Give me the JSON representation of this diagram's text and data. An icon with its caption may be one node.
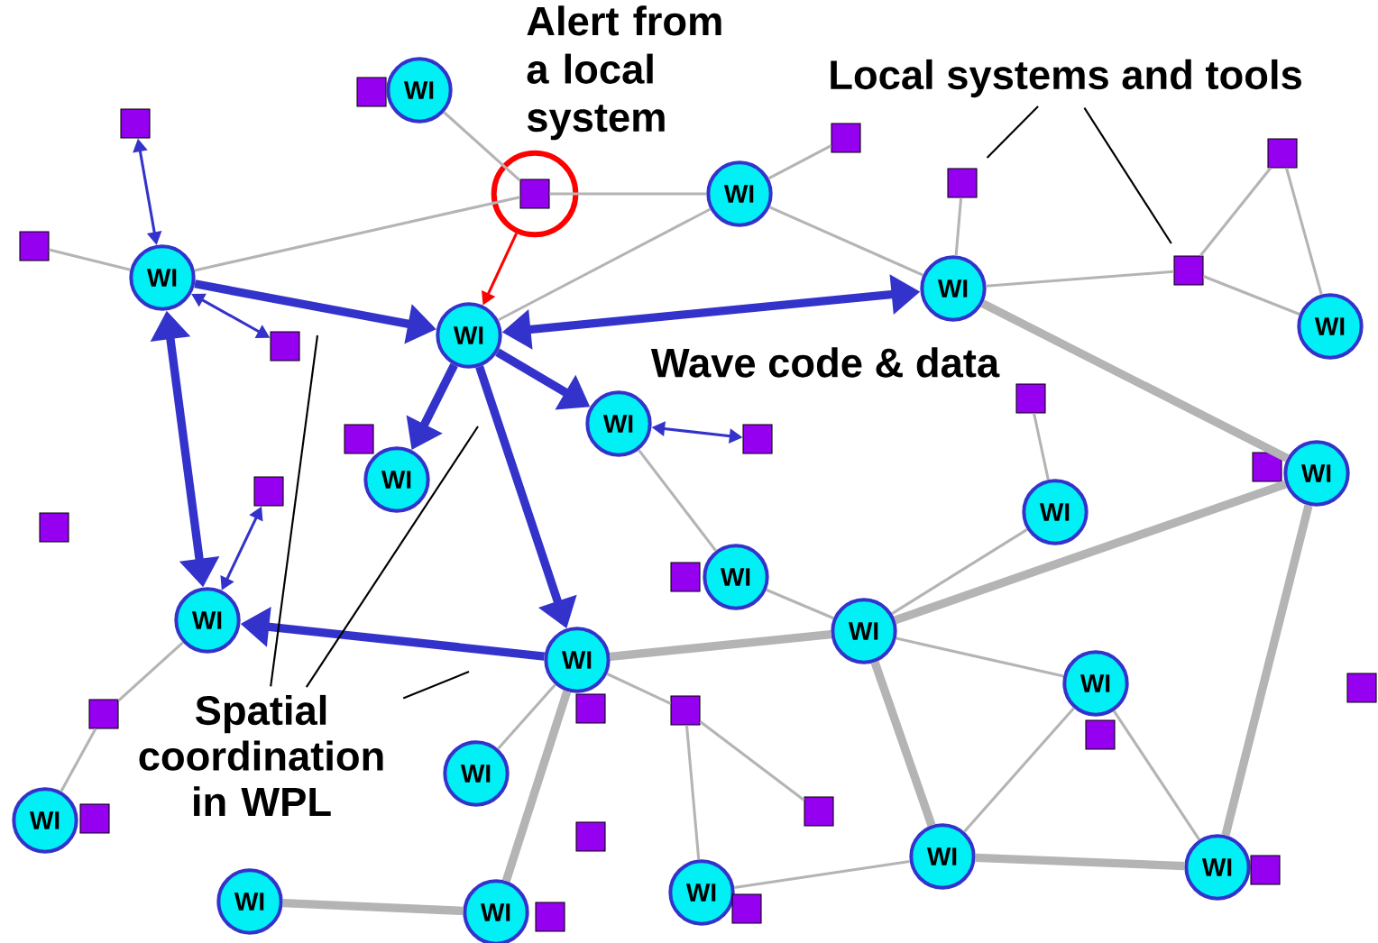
{
  "diagram": {
    "nodes": [
      {
        "text": [
          "Alert from a local system"
        ]
      },
      {
        "text": [
          "Local systems and tools"
        ]
      },
      {
        "text": [],
        "shape": "box"
      },
      {
        "text": [
          "WI"
        ]
      },
      {
        "text": [],
        "shape": "box"
      },
      {
        "text": [],
        "shape": "box"
      },
      {
        "text": [],
        "shape": "box"
      },
      {
        "text": [],
        "shape": "circle"
      },
      {
        "text": [],
        "shape": "box",
        "in": 7
      },
      {
        "text": [],
        "shape": "box"
      },
      {
        "text": [
          "WI"
        ]
      },
      {
        "text": [],
        "shape": "box"
      },
      {
        "text": [],
        "shape": "box"
      },
      {
        "text": [
          "WI"
        ]
      },
      {
        "text": [
          "WI"
        ]
      },
      {
        "text": [
          "WI"
        ]
      },
      {
        "text": [
          "WI"
        ]
      },
      {
        "text": [],
        "shape": "box"
      },
      {
        "text": [],
        "shape": "box"
      },
      {
        "text": [
          "WI"
        ]
      },
      {
        "text": [],
        "shape": "box"
      },
      {
        "text": [],
        "shape": "box"
      },
      {
        "text": [],
        "shape": "box"
      },
      {
        "text": [
          "WI"
        ]
      },
      {
        "text": [
          "WI"
        ]
      },
      {
        "text": [],
        "shape": "box"
      },
      {
        "text": [
          "WI"
        ]
      },
      {
        "text": [],
        "shape": "box"
      },
      {
        "text": [],
        "shape": "box"
      },
      {
        "text": [
          "WI"
        ]
      },
      {
        "text": [
          "WI"
        ]
      },
      {
        "text": [
          "WI"
        ]
      },
      {
        "text": [
          "WI"
        ]
      },
      {
        "text": [
          "WI"
        ]
      },
      {
        "text": [],
        "shape": "box"
      },
      {
        "text": [],
        "shape": "box"
      },
      {
        "text": [],
        "shape": "box"
      },
      {
        "text": [],
        "shape": "box"
      },
      {
        "text": [
          "Spatial coordination in WPL"
        ]
      },
      {
        "text": [],
        "shape": "box"
      },
      {
        "text": [
          "WI"
        ]
      },
      {
        "text": [],
        "shape": "box"
      },
      {
        "text": [],
        "shape": "box"
      },
      {
        "text": [
          "WI"
        ]
      },
      {
        "text": [],
        "shape": "box"
      },
      {
        "text": [
          "WI"
        ]
      },
      {
        "text": [
          "WI"
        ]
      },
      {
        "text": [],
        "shape": "box"
      },
      {
        "text": [
          "WI"
        ]
      },
      {
        "text": [
          "WI"
        ]
      },
      {
        "text": [],
        "shape": "box"
      },
      {
        "text": [],
        "shape": "box"
      },
      {
        "text": [
          "WI"
        ]
      }
    ],
    "edges": [
      {
        "from": 4,
        "to": 13,
        "arrow": "both",
        "color": "#3333cc"
      },
      {
        "from": 13,
        "to": 16,
        "arrow": "to",
        "style": "thick",
        "color": "#3333cc"
      },
      {
        "from": 13,
        "to": 17,
        "arrow": "both",
        "color": "#3333cc"
      },
      {
        "from": 13,
        "to": 30,
        "arrow": "both",
        "style": "thick",
        "color": "#3333cc"
      },
      {
        "from": 30,
        "to": 25,
        "arrow": "both",
        "color": "#3333cc"
      },
      {
        "from": 16,
        "to": 14,
        "arrow": "both",
        "style": "thick",
        "color": "#3333cc"
      },
      {
        "from": 16,
        "to": 24,
        "arrow": "to",
        "style": "thick",
        "color": "#3333cc"
      },
      {
        "from": 16,
        "to": 19,
        "arrow": "to",
        "style": "thick",
        "color": "#3333cc"
      },
      {
        "from": 16,
        "to": 32,
        "arrow": "to",
        "style": "thick",
        "color": "#3333cc"
      },
      {
        "from": 32,
        "to": 30,
        "arrow": "to",
        "style": "thick",
        "color": "#3333cc"
      },
      {
        "from": 19,
        "to": 21,
        "arrow": "both",
        "color": "#3333cc"
      },
      {
        "from": 7,
        "to": 16,
        "arrow": "to",
        "color": "#ff0000"
      },
      {
        "from": 1,
        "to": 9,
        "arrow": "none",
        "color": "#000000"
      },
      {
        "from": 1,
        "to": 12,
        "arrow": "none",
        "color": "#000000"
      },
      {
        "from": 38,
        "to": null,
        "arrow": "none",
        "color": "#000000"
      },
      {
        "from": 38,
        "to": null,
        "arrow": "none",
        "color": "#000000"
      },
      {
        "from": 38,
        "to": null,
        "arrow": "none",
        "color": "#000000"
      },
      {
        "from": 3,
        "to": 8,
        "arrow": "none"
      },
      {
        "from": 8,
        "to": 10,
        "arrow": "none"
      },
      {
        "from": 10,
        "to": 5,
        "arrow": "none"
      },
      {
        "from": 10,
        "to": 14,
        "arrow": "none"
      },
      {
        "from": 9,
        "to": 14,
        "arrow": "none"
      },
      {
        "from": 14,
        "to": 12,
        "arrow": "none"
      },
      {
        "from": 6,
        "to": 12,
        "arrow": "none"
      },
      {
        "from": 12,
        "to": 15,
        "arrow": "none"
      },
      {
        "from": 6,
        "to": 15,
        "arrow": "none"
      },
      {
        "from": 14,
        "to": 23,
        "arrow": "none",
        "style": "thick"
      },
      {
        "from": 18,
        "to": 26,
        "arrow": "none"
      },
      {
        "from": 23,
        "to": 31,
        "arrow": "none",
        "style": "thick"
      },
      {
        "from": 32,
        "to": 31,
        "arrow": "none",
        "style": "thick"
      },
      {
        "from": 31,
        "to": 45,
        "arrow": "none",
        "style": "thick"
      },
      {
        "from": 23,
        "to": 46,
        "arrow": "none",
        "style": "thick"
      },
      {
        "from": 45,
        "to": 46,
        "arrow": "none",
        "style": "thick"
      },
      {
        "from": 48,
        "to": 52,
        "arrow": "none",
        "style": "thick"
      },
      {
        "from": 52,
        "to": 32,
        "arrow": "none",
        "style": "thick"
      },
      {
        "from": 31,
        "to": 33,
        "arrow": "none"
      },
      {
        "from": 31,
        "to": 26,
        "arrow": "none"
      },
      {
        "from": 29,
        "to": 31,
        "arrow": "none"
      },
      {
        "from": 33,
        "to": 46,
        "arrow": "none"
      },
      {
        "from": 33,
        "to": 45,
        "arrow": "none"
      },
      {
        "from": 32,
        "to": 37,
        "arrow": "none"
      },
      {
        "from": 37,
        "to": 49,
        "arrow": "none"
      },
      {
        "from": 37,
        "to": 41,
        "arrow": "none"
      },
      {
        "from": 49,
        "to": 45,
        "arrow": "none"
      },
      {
        "from": 40,
        "to": 32,
        "arrow": "none"
      },
      {
        "from": 43,
        "to": 35,
        "arrow": "none"
      },
      {
        "from": 30,
        "to": 35,
        "arrow": "none"
      },
      {
        "from": 13,
        "to": 11,
        "arrow": "none"
      },
      {
        "from": 13,
        "to": 8,
        "arrow": "none"
      },
      {
        "from": 19,
        "to": 29,
        "arrow": "none"
      },
      {
        "from": 10,
        "to": 16,
        "arrow": "none"
      }
    ],
    "labels": [
      "Wave code & data"
    ]
  }
}
